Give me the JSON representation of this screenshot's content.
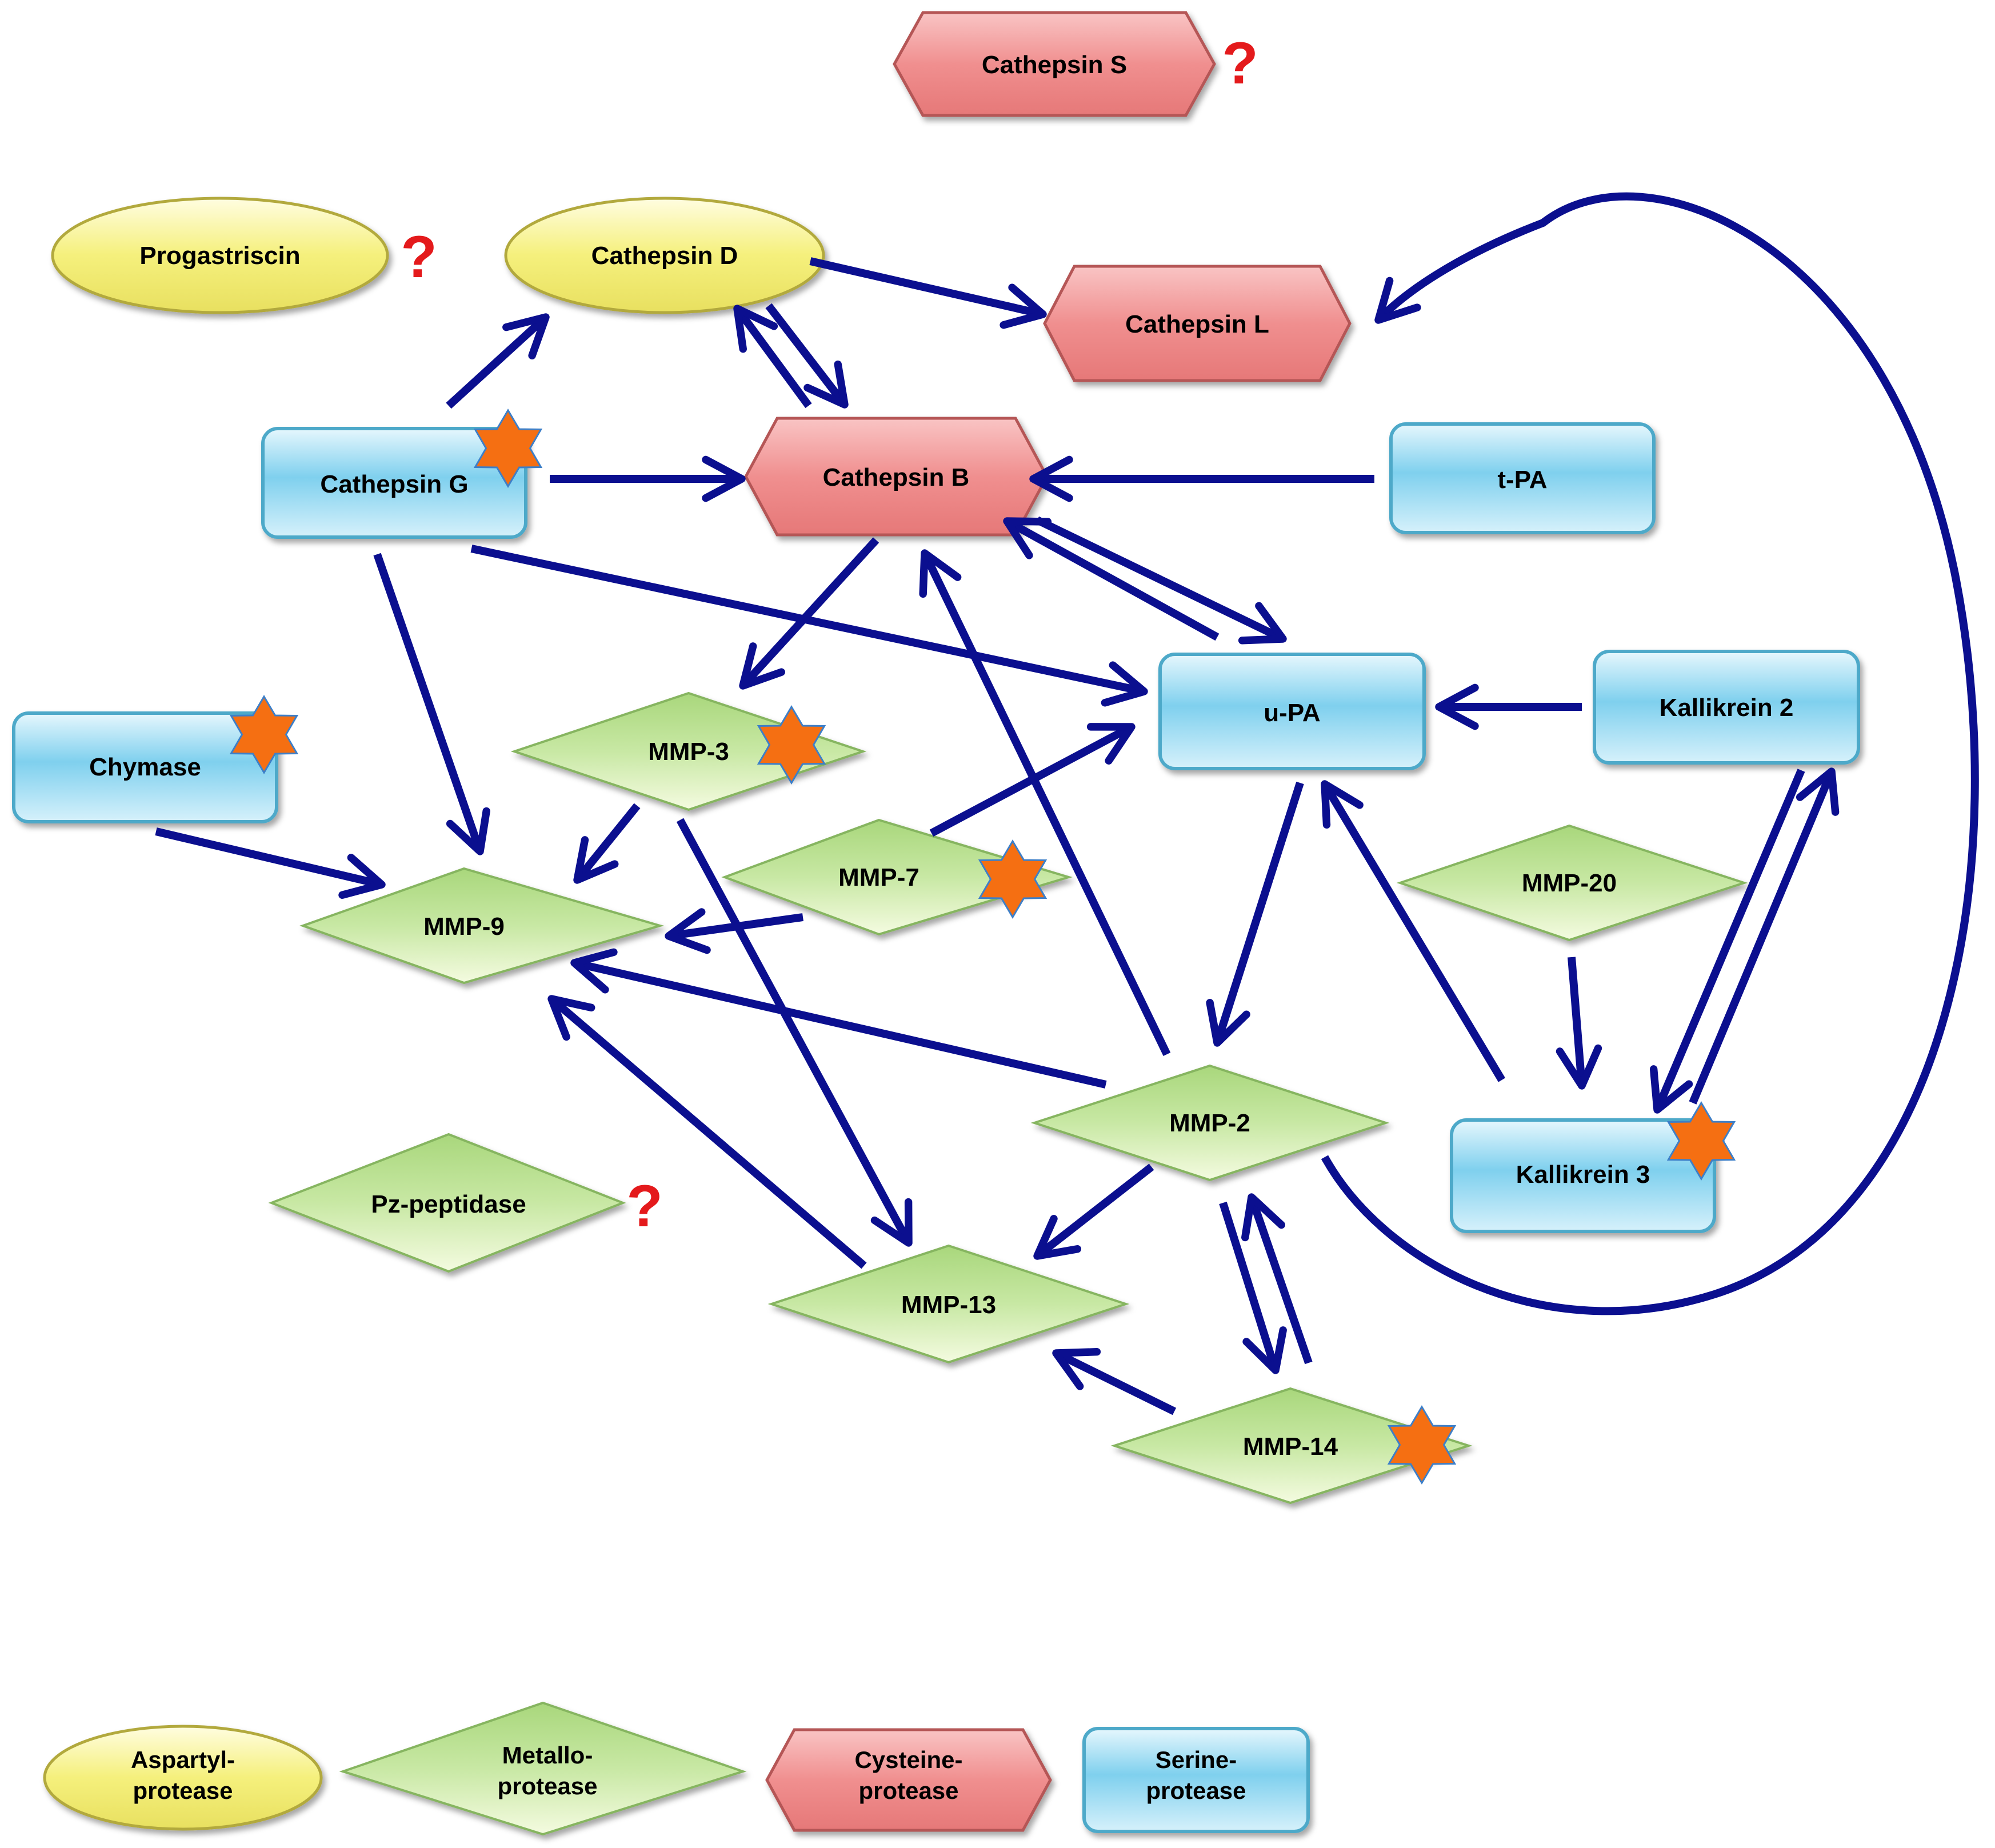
{
  "colors": {
    "aspartyl": "#f5f07c",
    "metallo": "#b9e08f",
    "cysteine": "#f08f8f",
    "serine": "#7fd0ee",
    "arrow": "#0b0f8f",
    "star": "#f56f12",
    "question": "#e41a1c"
  },
  "nodes": {
    "cathepsin_s": "Cathepsin S",
    "progastriscin": "Progastriscin",
    "cathepsin_d": "Cathepsin D",
    "cathepsin_l": "Cathepsin L",
    "cathepsin_g": "Cathepsin G",
    "cathepsin_b": "Cathepsin B",
    "t_pa": "t-PA",
    "chymase": "Chymase",
    "u_pa": "u-PA",
    "kallikrein_2": "Kallikrein 2",
    "mmp_3": "MMP-3",
    "mmp_7": "MMP-7",
    "mmp_9": "MMP-9",
    "mmp_20": "MMP-20",
    "mmp_2": "MMP-2",
    "kallikrein_3": "Kallikrein 3",
    "pz_peptidase": "Pz-peptidase",
    "mmp_13": "MMP-13",
    "mmp_14": "MMP-14"
  },
  "question_mark": "?",
  "legend": {
    "aspartyl": [
      "Aspartyl-",
      "protease"
    ],
    "metallo": [
      "Metallo-",
      "protease"
    ],
    "cysteine": [
      "Cysteine-",
      "protease"
    ],
    "serine": [
      "Serine-",
      "protease"
    ]
  }
}
